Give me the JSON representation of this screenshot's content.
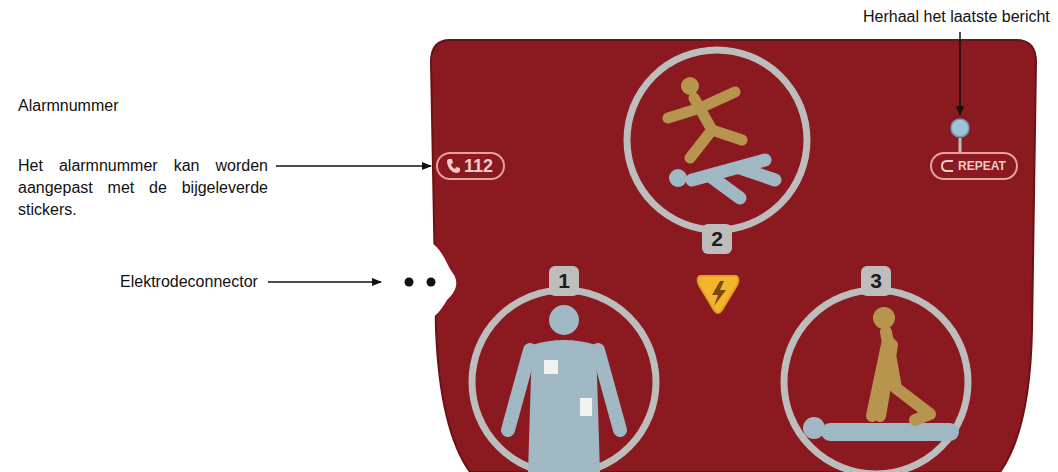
{
  "diagram": {
    "nodes": [
      {
        "text": [
          "2"
        ]
      },
      {
        "text": [
          "112"
        ]
      },
      {
        "text": [
          "REPEAT"
        ]
      },
      {
        "text": [
          "1"
        ]
      },
      {
        "text": [
          "3"
        ]
      }
    ],
    "labels": [
      "Herhaal het laatste bericht",
      "Alarmnummer",
      "Het alarmnummer kan worden aangepast met de bijgeleverde stickers.",
      "Elektrodeconnector"
    ]
  }
}
